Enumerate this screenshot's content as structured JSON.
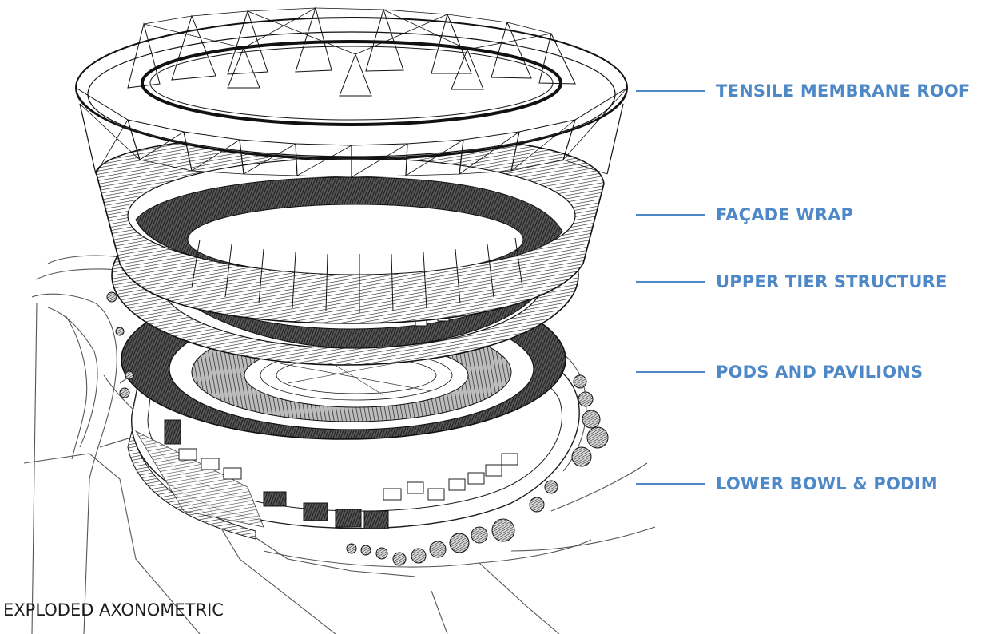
{
  "caption": "EXPLODED AXONOMETRIC",
  "colors": {
    "label": "#4f88c6",
    "leader": "#4f88c6",
    "ink": "#1c1c1c",
    "mass": "#2a2a2a",
    "ground": "#ffffff"
  },
  "icons": {
    "roof": "tensile-roof-icon",
    "facade": "facade-wrap-icon",
    "upper_tier": "upper-tier-icon",
    "pods": "pod-icon",
    "lower_bowl": "lower-bowl-icon",
    "tree": "tree-icon"
  },
  "layers": [
    {
      "id": "roof",
      "label": "TENSILE MEMBRANE ROOF"
    },
    {
      "id": "facade",
      "label": "FAÇADE WRAP"
    },
    {
      "id": "upper_tier",
      "label": "UPPER TIER STRUCTURE"
    },
    {
      "id": "pods",
      "label": "PODS AND PAVILIONS"
    },
    {
      "id": "lower_bowl",
      "label": "LOWER BOWL & PODIM"
    }
  ]
}
